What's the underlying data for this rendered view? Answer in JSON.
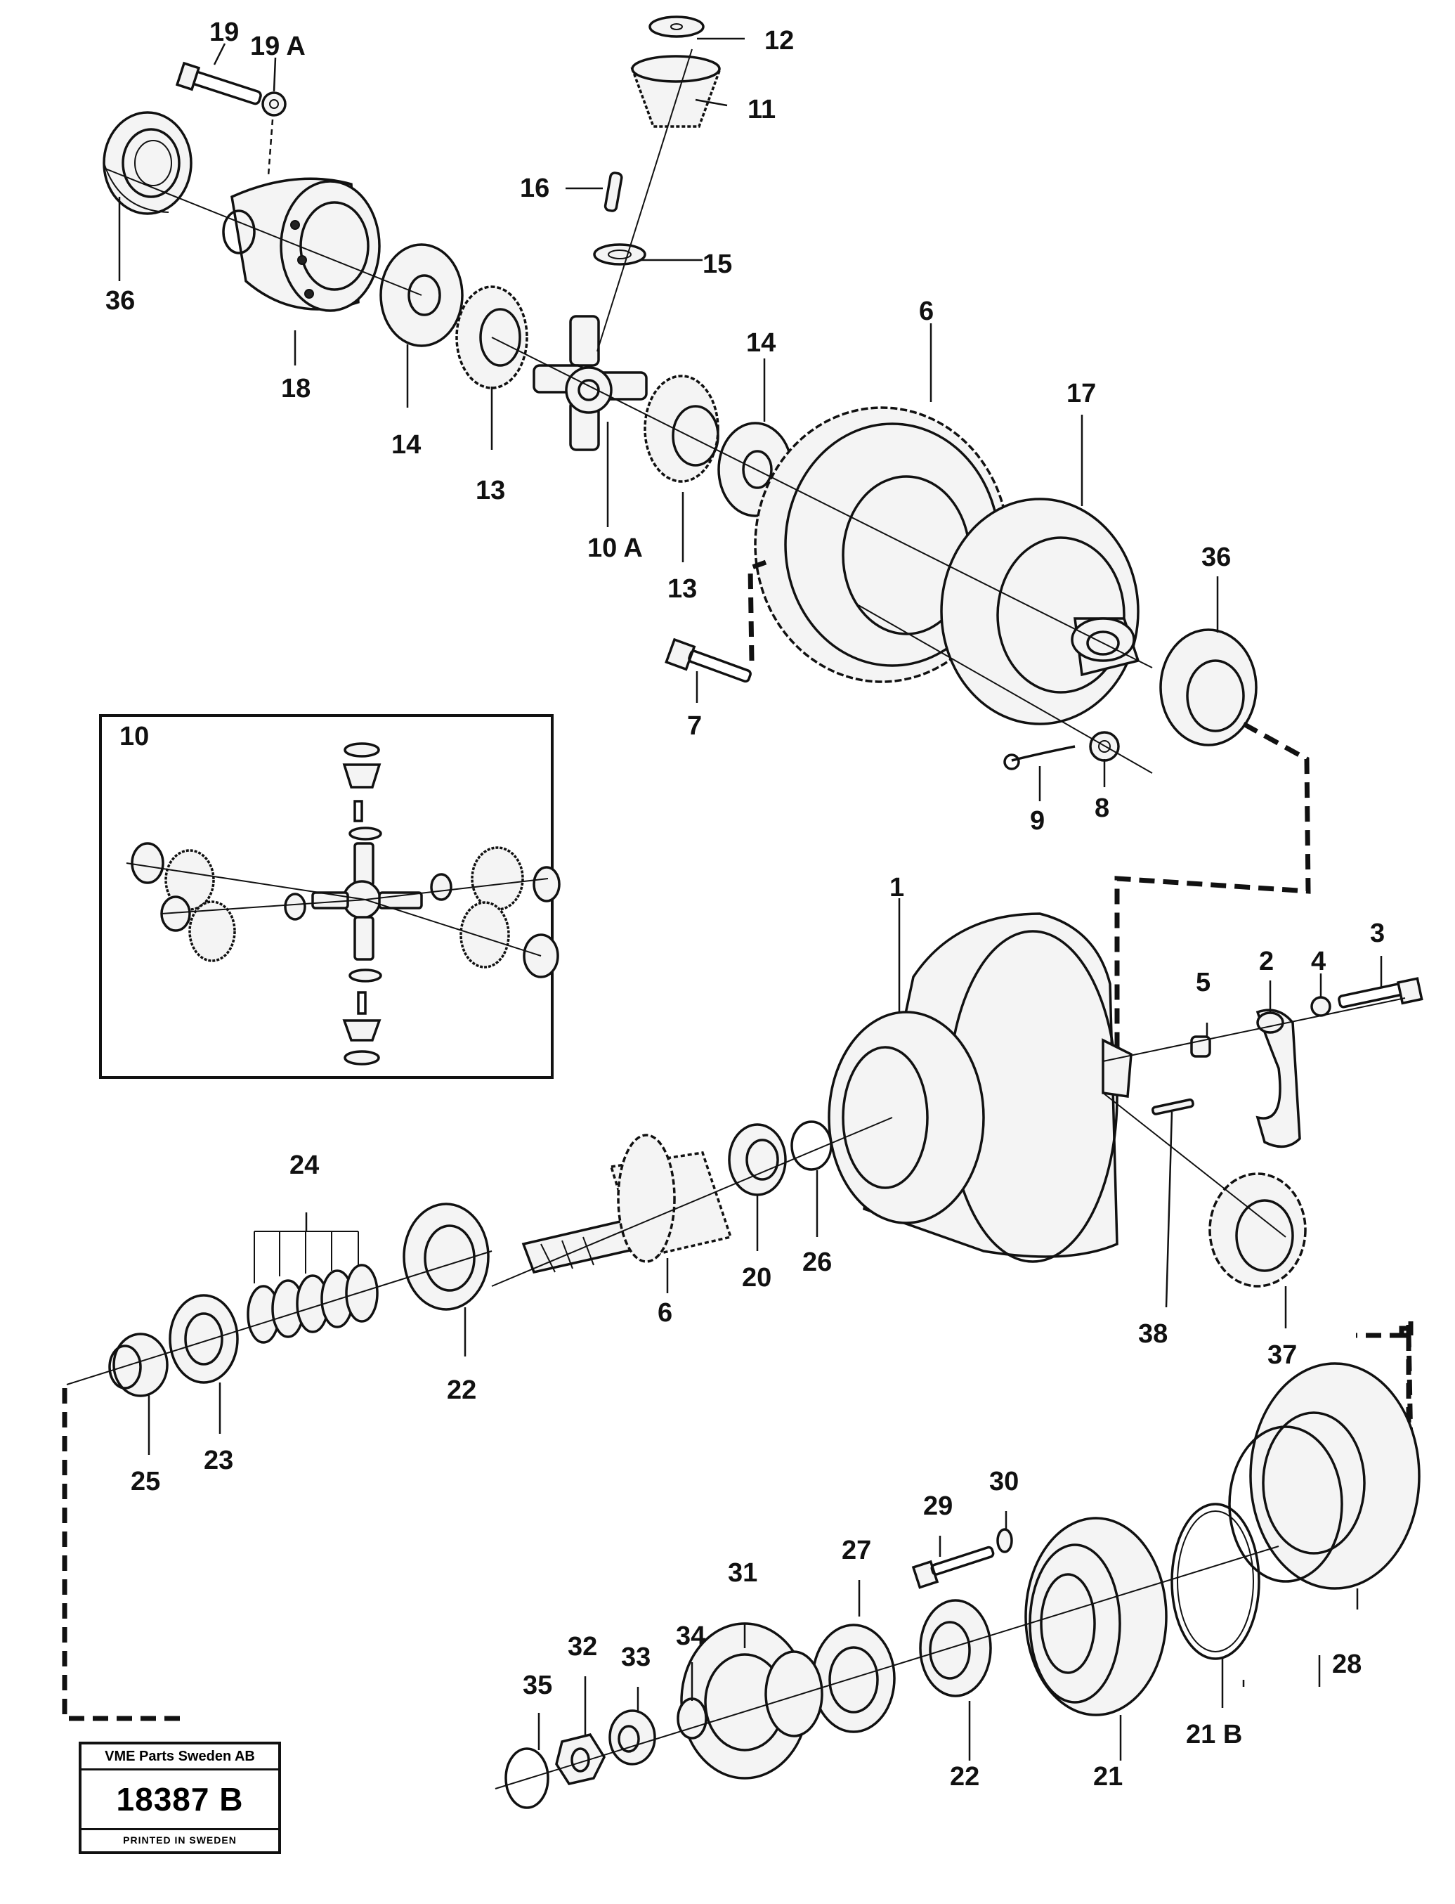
{
  "callouts": {
    "c19": "19",
    "c19a": "19 A",
    "c12": "12",
    "c11": "11",
    "c16": "16",
    "c15": "15",
    "c36a": "36",
    "c18": "18",
    "c14a": "14",
    "c13a": "13",
    "c10a": "10 A",
    "c14b": "14",
    "c13b": "13",
    "c6a": "6",
    "c17": "17",
    "c36b": "36",
    "c7": "7",
    "c9": "9",
    "c8": "8",
    "c10": "10",
    "c1": "1",
    "c5": "5",
    "c2": "2",
    "c4": "4",
    "c3": "3",
    "c24": "24",
    "c20": "20",
    "c26": "26",
    "c6b": "6",
    "c38": "38",
    "c37": "37",
    "c22a": "22",
    "c25": "25",
    "c23": "23",
    "c30": "30",
    "c29": "29",
    "c31": "31",
    "c27": "27",
    "c34": "34",
    "c32": "32",
    "c33": "33",
    "c35": "35",
    "c28": "28",
    "c21b": "21 B",
    "c21": "21",
    "c22b": "22"
  },
  "stamp": {
    "company": "VME Parts Sweden AB",
    "number": "18387 B",
    "printed": "PRINTED IN SWEDEN"
  }
}
